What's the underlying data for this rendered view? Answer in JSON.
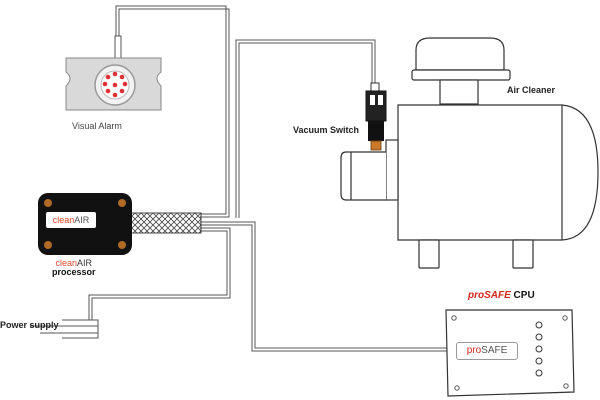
{
  "labels": {
    "visual_alarm": "Visual Alarm",
    "vacuum_switch": "Vacuum Switch",
    "air_cleaner": "Air Cleaner",
    "power_supply": "Power supply"
  },
  "processor": {
    "screen_brand": "clean",
    "screen_suffix": "AIR",
    "caption_brand": "clean",
    "caption_suffix": "AIR",
    "caption_word": "processor"
  },
  "cpu": {
    "title_pro": "pro",
    "title_safe": "SAFE",
    "title_cpu": " CPU",
    "screen_pro": "pro",
    "screen_safe": "SAFE"
  },
  "colors": {
    "wire": "#555555",
    "processor_body": "#111111",
    "processor_bolt": "#b06a24",
    "alarm_body": "#d9d9d9",
    "alarm_led": "#e03030",
    "brand_red": "#d4261c"
  }
}
